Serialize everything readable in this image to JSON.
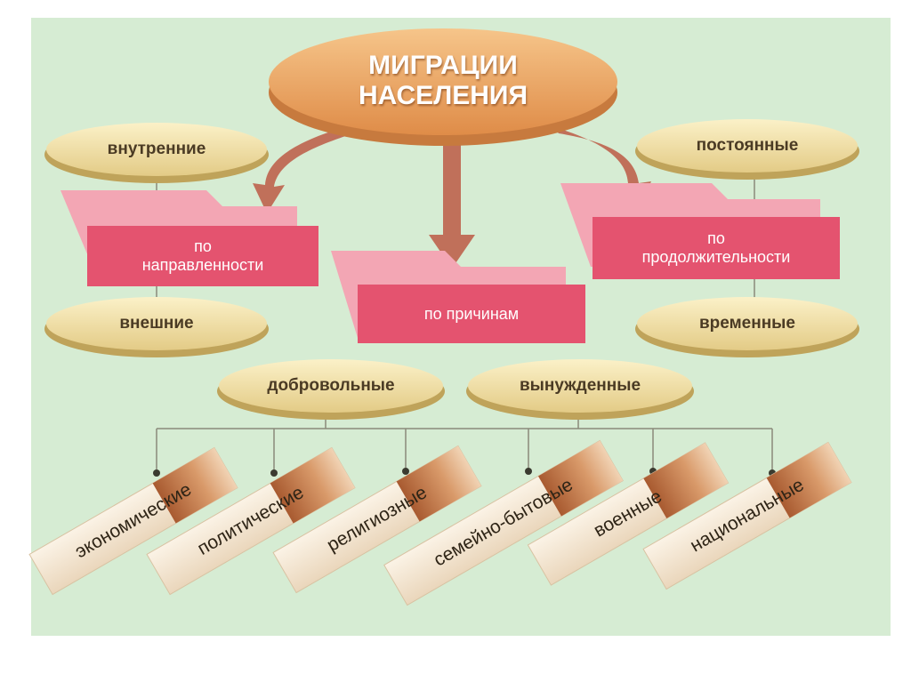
{
  "title_line1": "МИГРАЦИИ",
  "title_line2": "НАСЕЛЕНИЯ",
  "categories": {
    "direction": {
      "line1": "по",
      "line2": "направленности",
      "types": [
        "внутренние",
        "внешние"
      ]
    },
    "causes": {
      "label": "по причинам",
      "types": [
        "добровольные",
        "вынужденные"
      ]
    },
    "duration": {
      "line1": "по",
      "line2": "продолжительности",
      "types": [
        "постоянные",
        "временные"
      ]
    }
  },
  "reasons": [
    "экономические",
    "политические",
    "религиозные",
    "семейно-бытовые",
    "военные",
    "национальные"
  ],
  "colors": {
    "background": "#d6ecd3",
    "main_oval": "#e9a866",
    "category_box": "#e4536f",
    "folder_tab": "#f3a6b4",
    "type_oval": "#f0e0a8",
    "arrow": "#c0705a",
    "card": "#f4e8d6",
    "card_stripe": "#c57a4f"
  }
}
